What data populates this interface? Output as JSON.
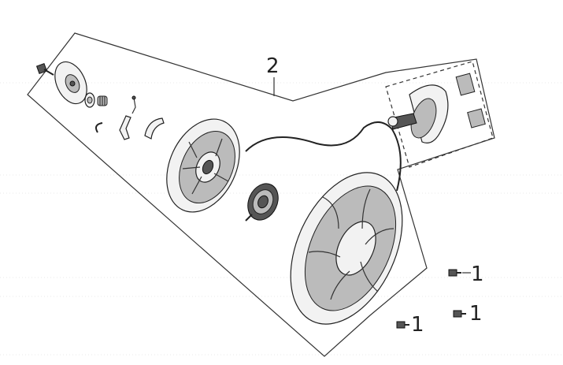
{
  "callouts": {
    "assembly": "2",
    "screw_a": "1",
    "screw_b": "1",
    "screw_c": "1"
  }
}
